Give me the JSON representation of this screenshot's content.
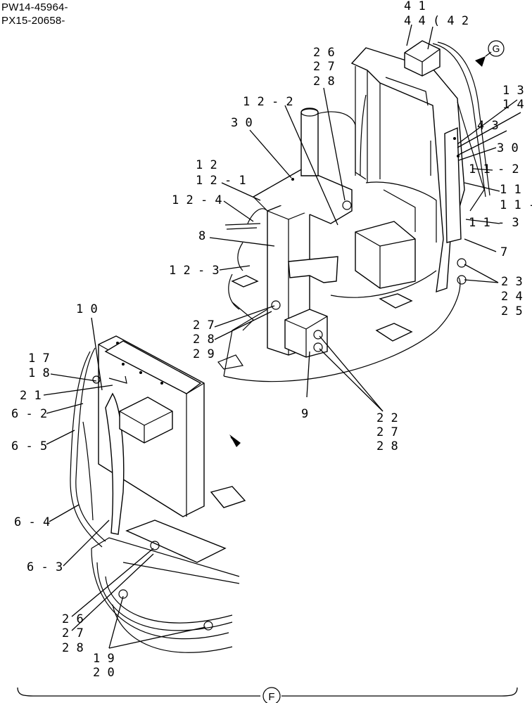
{
  "serials": [
    "PW14-45964-",
    "PX15-20658-"
  ],
  "view_markers": {
    "g": "G",
    "f": "F"
  },
  "callouts": {
    "c41": "4 1",
    "c44": "4 4 ( 4 2",
    "c26a": "2 6",
    "c27a": "2 7",
    "c28a": "2 8",
    "c13": "1 3",
    "c14": "1 4",
    "c122": "1 2 - 2",
    "c43": "4 3",
    "c30a": "3 0",
    "c30b": "3 0",
    "c112": "1 1 - 2",
    "c12": "1 2",
    "c121": "1 2 - 1",
    "c11": "1 1",
    "c11dash": "1 1 -",
    "c124": "1 2 - 4",
    "c113": "1 1 - 3",
    "c8": "8",
    "c7": "7",
    "c123": "1 2 - 3",
    "c23": "2 3",
    "c24": "2 4",
    "c25": "2 5",
    "c10": "1 0",
    "c27b": "2 7",
    "c28b": "2 8",
    "c29": "2 9",
    "c17": "1 7",
    "c18": "1 8",
    "c21": "2 1",
    "c62": "6 - 2",
    "c9": "9",
    "c22": "2 2",
    "c27c": "2 7",
    "c28c": "2 8",
    "c65": "6 - 5",
    "c64": "6 - 4",
    "c63": "6 - 3",
    "c26b": "2 6",
    "c27d": "2 7",
    "c28d": "2 8",
    "c19": "1 9",
    "c20": "2 0"
  }
}
